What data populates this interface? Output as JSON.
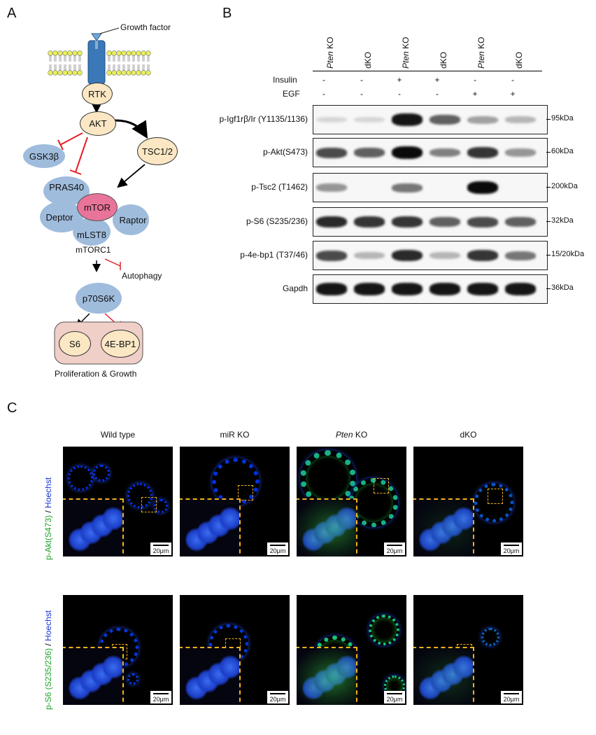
{
  "panels": {
    "a": "A",
    "b": "B",
    "c": "C"
  },
  "pathway": {
    "growth_factor": "Growth factor",
    "rtk": "RTK",
    "akt": "AKT",
    "gsk3b": "GSK3β",
    "tsc": "TSC1/2",
    "pras40": "PRAS40",
    "mtor": "mTOR",
    "deptor": "Deptor",
    "raptor": "Raptor",
    "mlst8": "mLST8",
    "mtorc1": "mTORC1",
    "autophagy": "Autophagy",
    "p70s6k": "p70S6K",
    "s6": "S6",
    "ebp1": "4E-BP1",
    "footer": "Proliferation & Growth"
  },
  "blot": {
    "columns": [
      {
        "gene": "Pten",
        "suffix": " KO"
      },
      {
        "gene": "",
        "suffix": "dKO"
      },
      {
        "gene": "Pten",
        "suffix": " KO"
      },
      {
        "gene": "",
        "suffix": "dKO"
      },
      {
        "gene": "Pten",
        "suffix": " KO"
      },
      {
        "gene": "",
        "suffix": "dKO"
      }
    ],
    "insulin_label": "Insulin",
    "egf_label": "EGF",
    "insulin": [
      "-",
      "-",
      "+",
      "+",
      "-",
      "-"
    ],
    "egf": [
      "-",
      "-",
      "-",
      "-",
      "+",
      "+"
    ],
    "rows": [
      {
        "name": "p-Igf1rβ/Ir (Y1135/1136)",
        "kda": "95kDa",
        "intensity": [
          0.05,
          0.05,
          0.95,
          0.6,
          0.3,
          0.2
        ]
      },
      {
        "name": "p-Akt(S473)",
        "kda": "60kDa",
        "intensity": [
          0.7,
          0.6,
          1.0,
          0.45,
          0.8,
          0.35
        ]
      },
      {
        "name": "p-Tsc2 (T1462)",
        "kda": "200kDa",
        "intensity": [
          0.35,
          0.0,
          0.5,
          0.0,
          1.0,
          0.0
        ]
      },
      {
        "name": "p-S6 (S235/236)",
        "kda": "32kDa",
        "intensity": [
          0.85,
          0.8,
          0.8,
          0.6,
          0.7,
          0.6
        ]
      },
      {
        "name": "p-4e-bp1 (T37/46)",
        "kda": "15/20kDa",
        "intensity": [
          0.7,
          0.2,
          0.85,
          0.2,
          0.8,
          0.5
        ]
      },
      {
        "name": "Gapdh",
        "kda": "36kDa",
        "intensity": [
          0.95,
          0.95,
          0.95,
          0.95,
          0.95,
          0.95
        ]
      }
    ]
  },
  "micro": {
    "columns": [
      {
        "gene": "",
        "label": "Wild type"
      },
      {
        "gene": "",
        "label": "miR KO"
      },
      {
        "gene": "Pten",
        "label": " KO"
      },
      {
        "gene": "",
        "label": "dKO"
      }
    ],
    "row_labels": [
      {
        "green": "p-Akt(S473)",
        "sep": " / ",
        "blue": "Hoechst"
      },
      {
        "green": "p-S6 (S235/236)",
        "sep": " / ",
        "blue": "Hoechst"
      }
    ],
    "scale_bar": "20μm",
    "green_level": [
      [
        0.05,
        0.05,
        0.8,
        0.25
      ],
      [
        0.1,
        0.1,
        0.9,
        0.35
      ]
    ]
  }
}
